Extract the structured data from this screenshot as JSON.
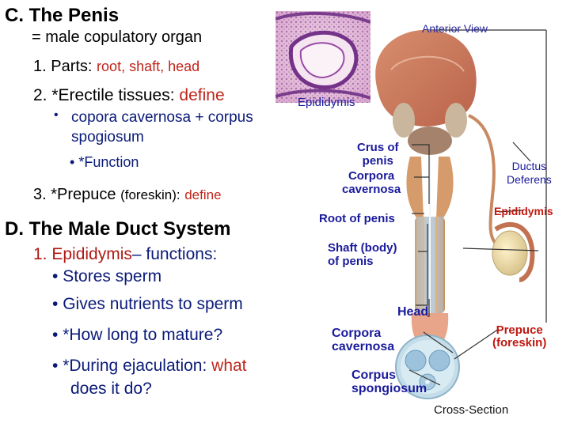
{
  "colors": {
    "text": "#000000",
    "accent_red": "#c0251a",
    "label_blue": "#1a1a9c",
    "label_red": "#c01810",
    "line": "#555555"
  },
  "left": {
    "heading_c": "C.  The Penis",
    "subtitle": "= male copulatory organ",
    "parts_prefix": "1. Parts:",
    "parts_value": "root, shaft, head",
    "erectile_prefix": "2. *Erectile tissues:",
    "erectile_define": "define",
    "bullet_copora": "copora cavernosa + corpus",
    "bullet_copora_cont": "spogiosum",
    "sub_function": "*Function",
    "prepuce_prefix": "3. *Prepuce",
    "prepuce_paren": "(foreskin):",
    "prepuce_define": "define",
    "heading_d": "D. The Male Duct System",
    "epididymis_name": "1. Epididymis",
    "epididymis_suffix": "– functions:",
    "bullet_stores": "Stores sperm",
    "bullet_nutrients": "Gives nutrients to sperm",
    "bullet_mature": "*How long to mature?",
    "bullet_ejac_prefix": "*During ejaculation:",
    "bullet_ejac_what": "what",
    "bullet_ejac_cont": "does it do?"
  },
  "diagram": {
    "anterior_view": "Anterior View",
    "epididymis_top": "Epididymis",
    "crus_line1": "Crus of",
    "crus_line2": "penis",
    "corpora_line1": "Corpora",
    "corpora_line2": "cavernosa",
    "root": "Root of penis",
    "shaft_line1": "Shaft (body)",
    "shaft_line2": "of penis",
    "head": "Head",
    "ductus_line1": "Ductus",
    "ductus_line2": "Deferens",
    "epididymis_right": "Epididymis",
    "prepuce_line1": "Prepuce",
    "prepuce_line2": "(foreskin)",
    "cs_corpora_line1": "Corpora",
    "cs_corpora_line2": "cavernosa",
    "corpus_line1": "Corpus",
    "corpus_line2": "spongiosum",
    "cross_section": "Cross-Section"
  }
}
